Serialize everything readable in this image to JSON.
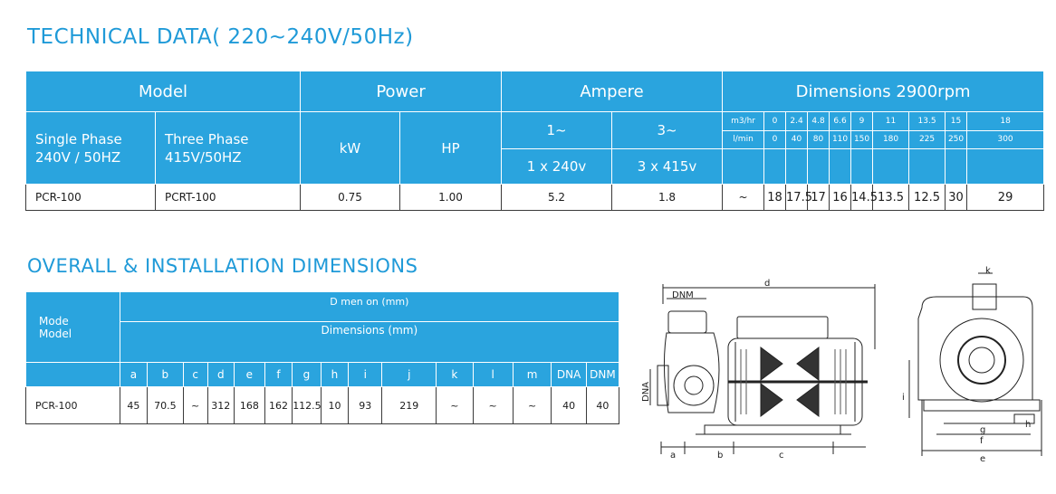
{
  "technical": {
    "title": "TECHNICAL DATA( 220~240V/50Hz)",
    "model_header": "Model",
    "power_header": "Power",
    "ampere_header": "Ampere",
    "dimensions_header": "Dimensions 2900rpm",
    "single_phase": "Single Phase",
    "single_phase_spec": "240V / 50HZ",
    "three_phase": "Three Phase",
    "three_phase_spec": "415V/50HZ",
    "kw": "kW",
    "hp": "HP",
    "amp_1": "1~",
    "amp_3": "3~",
    "amp_1_spec": "1 x 240v",
    "amp_3_spec": "3 x 415v",
    "m3hr_label": "m3/hr",
    "m3hr": [
      "0",
      "2.4",
      "4.8",
      "6.6",
      "9",
      "11",
      "13.5",
      "15",
      "18"
    ],
    "lmin_label": "l/min",
    "lmin": [
      "0",
      "40",
      "80",
      "110",
      "150",
      "180",
      "225",
      "250",
      "300"
    ],
    "row": {
      "single": "PCR-100",
      "three": "PCRT-100",
      "kw": "0.75",
      "hp": "1.00",
      "amp1": "5.2",
      "amp3": "1.8",
      "tilde": "~",
      "heads": [
        "18",
        "17.5",
        "17",
        "16",
        "14.5",
        "13.5",
        "12.5",
        "30",
        "29"
      ]
    }
  },
  "installation": {
    "title": "OVERALL & INSTALLATION DIMENSIONS",
    "model_label_1": "Mode",
    "model_label_2": "Model",
    "dim_header_ghost": "D men on   (mm)",
    "dim_header": "Dimensions (mm)",
    "cols": [
      "a",
      "b",
      "c",
      "d",
      "e",
      "f",
      "g",
      "h",
      "i",
      "j",
      "k",
      "l",
      "m",
      "DNA",
      "DNM"
    ],
    "row_model": "PCR-100",
    "values": [
      "45",
      "70.5",
      "~",
      "312",
      "168",
      "162",
      "112.5",
      "10",
      "93",
      "219",
      "~",
      "~",
      "~",
      "40",
      "40"
    ]
  },
  "drawing_side": {
    "d": "d",
    "dnm": "DNM",
    "dna": "DNA",
    "a": "a",
    "b": "b",
    "c": "c"
  },
  "drawing_front": {
    "k": "k",
    "h": "h",
    "i": "i",
    "g": "g",
    "f": "f",
    "e": "e"
  },
  "colors": {
    "accent": "#2aa4de",
    "title": "#1f9ad8"
  }
}
